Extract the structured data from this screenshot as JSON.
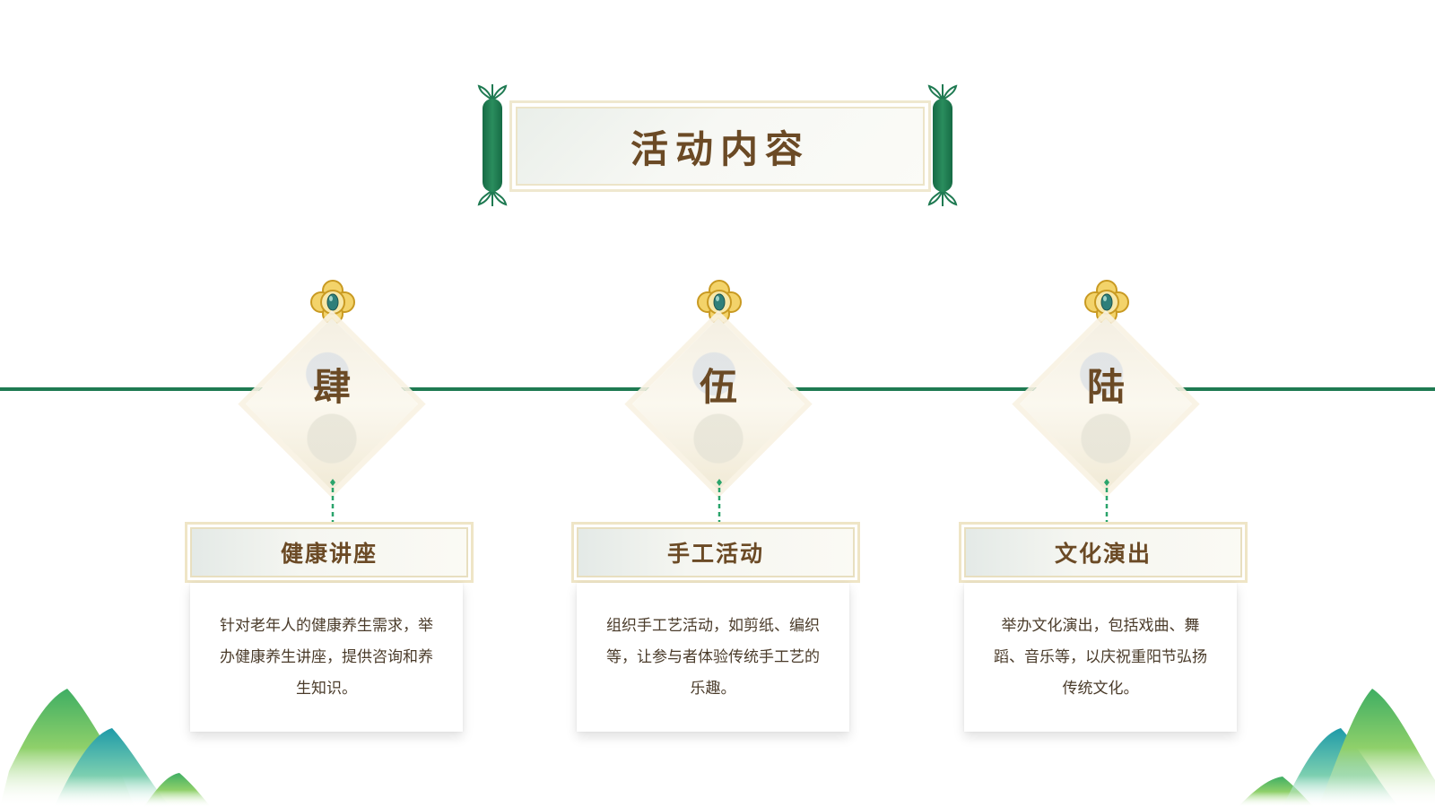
{
  "title": "活动内容",
  "colors": {
    "accent_green": "#1f7a52",
    "text_brown": "#6b4a25",
    "body_text": "#4a3b2a",
    "cream": "#f4efe2"
  },
  "items": [
    {
      "numeral": "肆",
      "heading": "健康讲座",
      "description": "针对老年人的健康养生需求，举办健康养生讲座，提供咨询和养生知识。"
    },
    {
      "numeral": "伍",
      "heading": "手工活动",
      "description": "组织手工艺活动，如剪纸、编织等，让参与者体验传统手工艺的乐趣。"
    },
    {
      "numeral": "陆",
      "heading": "文化演出",
      "description": "举办文化演出，包括戏曲、舞蹈、音乐等，以庆祝重阳节弘扬传统文化。"
    }
  ],
  "icons": {
    "brooch": "jade-brooch-icon",
    "rod_ornament": "leaf-ornament-icon",
    "mountain": "mountain-decoration"
  }
}
